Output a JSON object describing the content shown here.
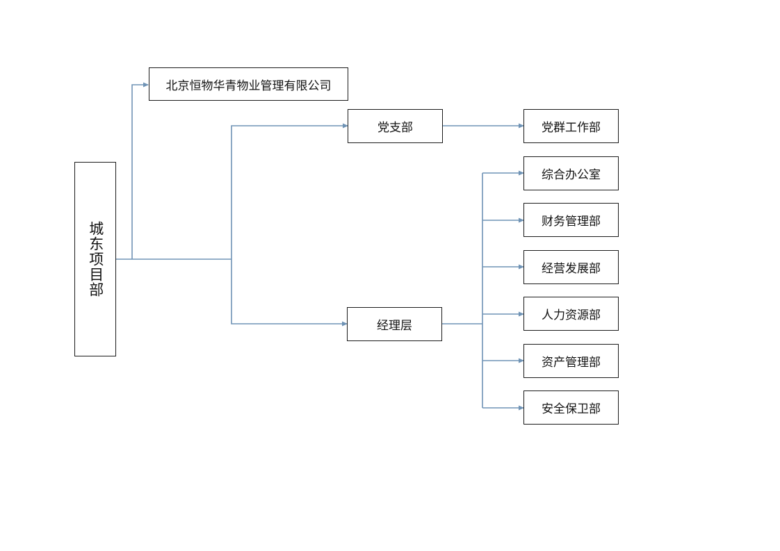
{
  "diagram": {
    "colors": {
      "connector": "#6f93b5",
      "box_border": "#1a1a1a",
      "text": "#111111"
    },
    "root": {
      "label": "城东项目部"
    },
    "company": {
      "label": "北京恒物华青物业管理有限公司"
    },
    "party_branch": {
      "label": "党支部",
      "child": {
        "label": "党群工作部"
      }
    },
    "management": {
      "label": "经理层",
      "children": [
        {
          "label": "综合办公室"
        },
        {
          "label": "财务管理部"
        },
        {
          "label": "经营发展部"
        },
        {
          "label": "人力资源部"
        },
        {
          "label": "资产管理部"
        },
        {
          "label": "安全保卫部"
        }
      ]
    }
  }
}
